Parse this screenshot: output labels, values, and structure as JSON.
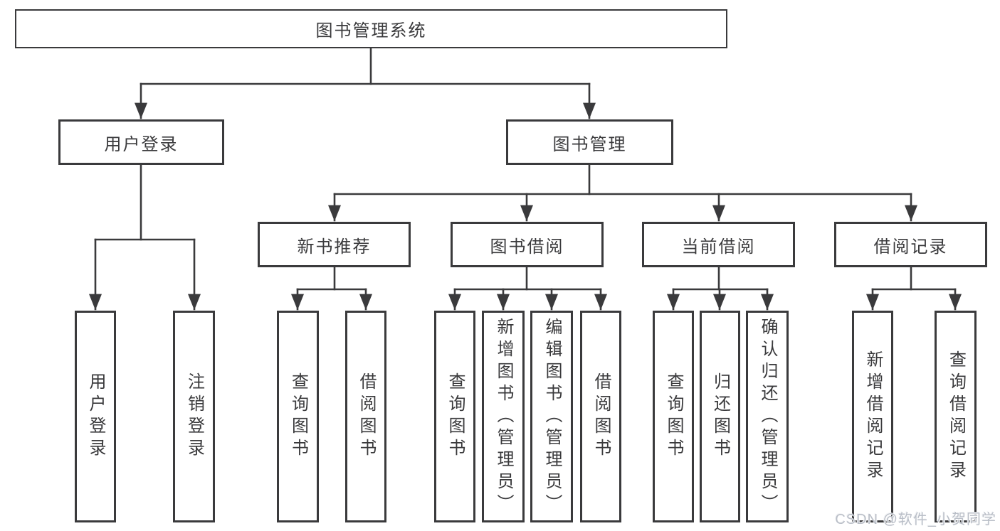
{
  "diagram": {
    "root": {
      "label": "图书管理系统"
    },
    "level2": [
      {
        "label": "用户登录"
      },
      {
        "label": "图书管理"
      }
    ],
    "level3": [
      {
        "label": "新书推荐"
      },
      {
        "label": "图书借阅"
      },
      {
        "label": "当前借阅"
      },
      {
        "label": "借阅记录"
      }
    ],
    "leaves": [
      {
        "label": "用户登录"
      },
      {
        "label": "注销登录"
      },
      {
        "label": "查询图书"
      },
      {
        "label": "借阅图书"
      },
      {
        "label": "查询图书"
      },
      {
        "label": "新增图书（管理员）"
      },
      {
        "label": "编辑图书（管理员）"
      },
      {
        "label": "借阅图书"
      },
      {
        "label": "查询图书"
      },
      {
        "label": "归还图书"
      },
      {
        "label": "确认归还（管理员）"
      },
      {
        "label": "新增借阅记录"
      },
      {
        "label": "查询借阅记录"
      }
    ]
  },
  "watermark": {
    "text": "CSDN @软件_小贺同学"
  },
  "colors": {
    "line": "#3a3a3c",
    "text": "#3a3a3c",
    "background": "#ffffff",
    "watermark": "#b9bec7"
  }
}
